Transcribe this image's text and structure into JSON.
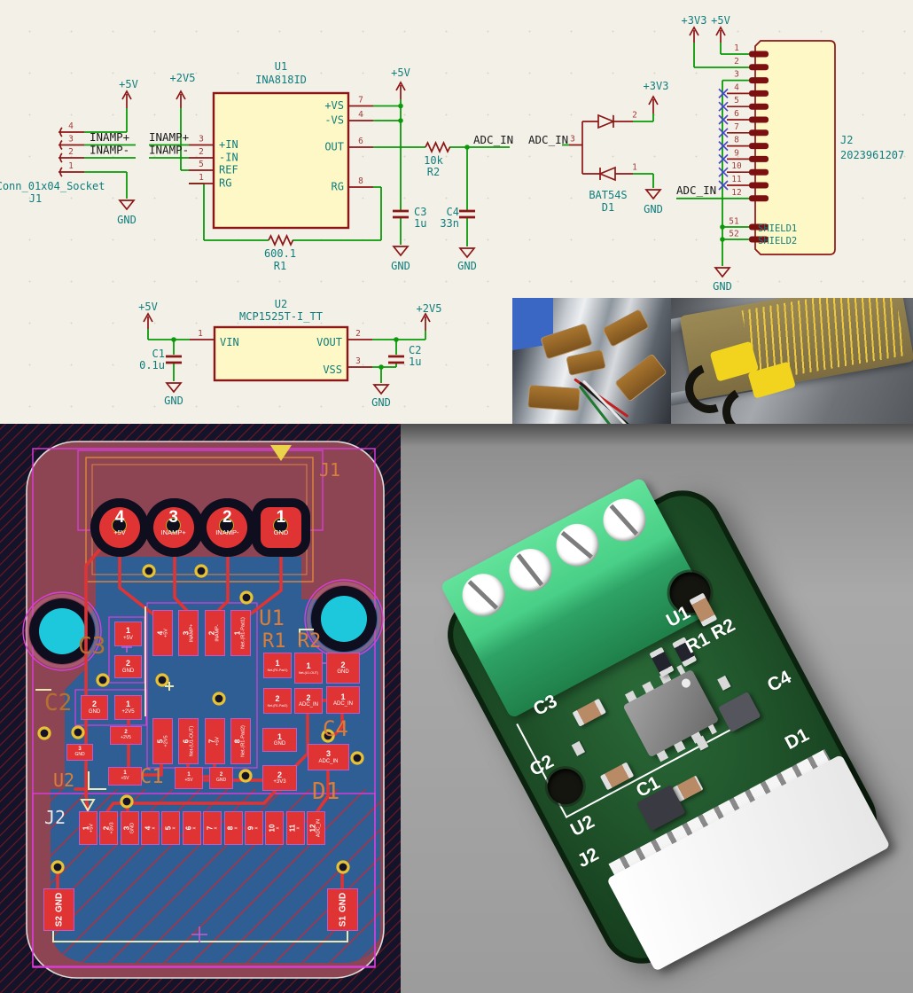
{
  "schematic": {
    "power": {
      "p5v": "+5V",
      "p2v5": "+2V5",
      "p3v3": "+3V3",
      "gnd": "GND"
    },
    "nets": {
      "inamp_p": "INAMP+",
      "inamp_m": "INAMP-",
      "adc_in": "ADC_IN"
    },
    "j1": {
      "ref": "J1",
      "value": "Conn_01x04_Socket",
      "pins": [
        "4",
        "3",
        "2",
        "1"
      ]
    },
    "u1": {
      "ref": "U1",
      "value": "INA818ID",
      "pin_nums_left": [
        "3",
        "2",
        "5",
        "1"
      ],
      "pin_names_left": [
        "+IN",
        "-IN",
        "REF",
        "RG"
      ],
      "pin_nums_right": [
        "7",
        "4",
        "6",
        "8"
      ],
      "pin_names_right": [
        "+VS",
        "-VS",
        "OUT",
        "RG"
      ]
    },
    "r1": {
      "ref": "R1",
      "value": "600.1"
    },
    "r2": {
      "ref": "R2",
      "value": "10k"
    },
    "c1": {
      "ref": "C1",
      "value": "0.1u"
    },
    "c2": {
      "ref": "C2",
      "value": "1u"
    },
    "c3": {
      "ref": "C3",
      "value": "1u"
    },
    "c4": {
      "ref": "C4",
      "value": "33n"
    },
    "d1": {
      "ref": "D1",
      "value": "BAT54S",
      "pin_nums": [
        "3",
        "2",
        "1"
      ]
    },
    "u2": {
      "ref": "U2",
      "value": "MCP1525T-I_TT",
      "pin_nums": [
        "1",
        "2",
        "3"
      ],
      "pin_names": [
        "VIN",
        "VOUT",
        "VSS"
      ]
    },
    "j2": {
      "ref": "J2",
      "value": "2023961207",
      "pin_nums": [
        "1",
        "2",
        "3",
        "4",
        "5",
        "6",
        "7",
        "8",
        "9",
        "10",
        "11",
        "12"
      ],
      "shield_nums": [
        "51",
        "52"
      ],
      "shield_names": [
        "SHIELD1",
        "SHIELD2"
      ]
    }
  },
  "pcb": {
    "j1": {
      "ref": "J1",
      "pads": [
        {
          "num": "4",
          "net": "+5V"
        },
        {
          "num": "3",
          "net": "INAMP+"
        },
        {
          "num": "2",
          "net": "INAMP-"
        },
        {
          "num": "1",
          "net": "GND"
        }
      ]
    },
    "u1": {
      "ref": "U1",
      "pads_top": [
        {
          "num": "4",
          "net": "+5V"
        },
        {
          "num": "3",
          "net": "INAMP+"
        },
        {
          "num": "2",
          "net": "INAMP-"
        },
        {
          "num": "1",
          "net": "Net-(R1-Pad1)"
        }
      ],
      "pads_bottom": [
        {
          "num": "5",
          "net": "+2V5"
        },
        {
          "num": "6",
          "net": "Net-(U1-OUT)"
        },
        {
          "num": "7",
          "net": "+5V"
        },
        {
          "num": "8",
          "net": "Net-(R1-Pad2)"
        }
      ]
    },
    "r1r2_ref": "R1 R2",
    "r1": {
      "pads": [
        {
          "num": "1",
          "net": "Net-(R1-Pad1)"
        },
        {
          "num": "2",
          "net": "Net-(R1-Pad2)"
        }
      ]
    },
    "r2": {
      "pads": [
        {
          "num": "1",
          "net": "Net-(U1-OUT)"
        },
        {
          "num": "2",
          "net": "ADC_IN"
        }
      ]
    },
    "c3": {
      "ref": "C3",
      "pads": [
        {
          "num": "1",
          "net": "+5V"
        },
        {
          "num": "2",
          "net": "GND"
        }
      ]
    },
    "c2": {
      "ref": "C2",
      "pads": [
        {
          "num": "2",
          "net": "GND"
        },
        {
          "num": "1",
          "net": "+2V5"
        }
      ]
    },
    "c4": {
      "ref": "C4",
      "pads": [
        {
          "num": "2",
          "net": "GND"
        },
        {
          "num": "1",
          "net": "ADC_IN"
        }
      ]
    },
    "c1": {
      "ref": "C1",
      "pads": [
        {
          "num": "1",
          "net": "+5V"
        },
        {
          "num": "2",
          "net": "GND"
        }
      ]
    },
    "u2": {
      "ref": "U2",
      "pads": [
        {
          "num": "2",
          "net": "+2V5"
        },
        {
          "num": "3",
          "net": "GND"
        },
        {
          "num": "1",
          "net": "+5V"
        }
      ]
    },
    "d1": {
      "ref": "D1",
      "pads": [
        {
          "num": "1",
          "net": "GND"
        },
        {
          "num": "2",
          "net": "+3V3"
        },
        {
          "num": "3",
          "net": "ADC_IN"
        }
      ]
    },
    "j2": {
      "ref": "J2",
      "pads": [
        {
          "num": "1",
          "net": "+5V"
        },
        {
          "num": "2",
          "net": "+3V3"
        },
        {
          "num": "3",
          "net": "GND"
        },
        {
          "num": "4",
          "net": "x"
        },
        {
          "num": "5",
          "net": "x"
        },
        {
          "num": "6",
          "net": "x"
        },
        {
          "num": "7",
          "net": "x"
        },
        {
          "num": "8",
          "net": "x"
        },
        {
          "num": "9",
          "net": "x"
        },
        {
          "num": "10",
          "net": "x"
        },
        {
          "num": "11",
          "net": "x"
        },
        {
          "num": "12",
          "net": "ADC_IN"
        }
      ]
    },
    "s1": {
      "num": "S1",
      "net": "GND"
    },
    "s2": {
      "num": "S2",
      "net": "GND"
    }
  },
  "render3d": {
    "labels": {
      "u1": "U1",
      "r1r2": "R1 R2",
      "c4": "C4",
      "d1": "D1",
      "c1": "C1",
      "c3": "C3",
      "c2": "C2",
      "u2": "U2",
      "j2": "J2"
    }
  },
  "colors": {
    "wire_green": "#0a9a0a",
    "symbol_maroon": "#8c1616",
    "teal": "#0f7d7d",
    "pad_red": "#e03434",
    "zone_blue": "#2e5e94",
    "board_pink": "#8d4553",
    "hole_cyan": "#1ec8dc",
    "courtyard_magenta": "#dd3cdd",
    "silk_yellow": "#ece6b0",
    "fab_orange": "#d87e3c"
  }
}
